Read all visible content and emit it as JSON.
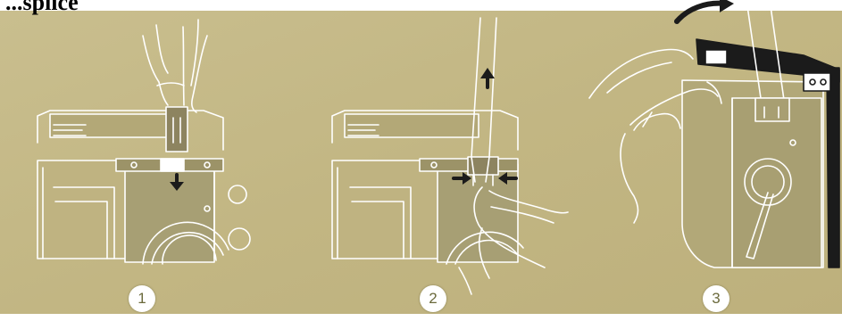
{
  "heading": {
    "text": "...splice"
  },
  "colors": {
    "paper": "#c5b988",
    "paper_dark": "#b3a775",
    "body_grey": "#a8a076",
    "line": "#ffffff",
    "black": "#1b1b1b"
  },
  "steps": [
    {
      "number": "1"
    },
    {
      "number": "2"
    },
    {
      "number": "3"
    }
  ]
}
